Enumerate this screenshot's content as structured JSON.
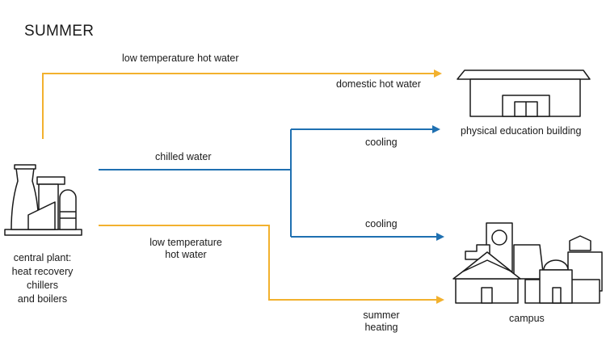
{
  "title": "SUMMER",
  "colors": {
    "hot_water": "#F2B12E",
    "chilled_water": "#1F70B1",
    "outline": "#1a1a1a"
  },
  "icons": [
    "central-plant-icon",
    "physical-education-building-icon",
    "campus-icon"
  ],
  "nodes": {
    "central_plant": {
      "line1": "central plant:",
      "line2": "heat recovery",
      "line3": "chillers",
      "line4": "and boilers"
    },
    "pe_building": {
      "label": "physical education building"
    },
    "campus": {
      "label": "campus"
    }
  },
  "flows": {
    "low_temp_top": {
      "label": "low temperature hot water"
    },
    "domestic": {
      "label": "domestic hot water"
    },
    "chilled": {
      "label": "chilled water"
    },
    "cooling_top": {
      "label": "cooling"
    },
    "cooling_bottom": {
      "label": "cooling"
    },
    "low_temp_bottom": {
      "line1": "low temperature",
      "line2": "hot water"
    },
    "summer_heating": {
      "line1": "summer",
      "line2": "heating"
    }
  }
}
